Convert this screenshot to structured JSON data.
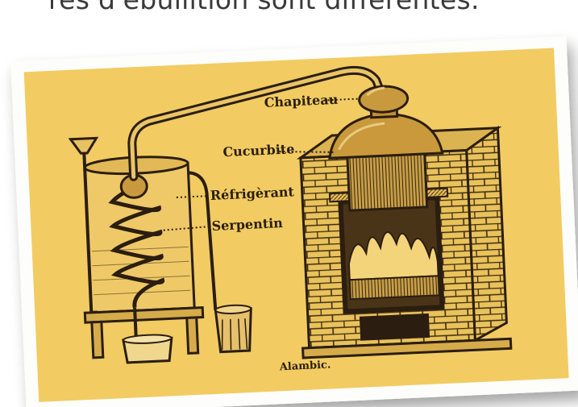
{
  "header": {
    "caption_fragment": "res d'ébullition sont différentes."
  },
  "illustration": {
    "caption": "Alambic.",
    "labels": {
      "chapiteau": "Chapiteau",
      "cucurbite": "Cucurbite",
      "refrigerant": "Réfrigèrant",
      "serpentin": "Serpentin"
    },
    "colors": {
      "paper": "#f2cc62",
      "ink": "#2b1e10"
    }
  }
}
